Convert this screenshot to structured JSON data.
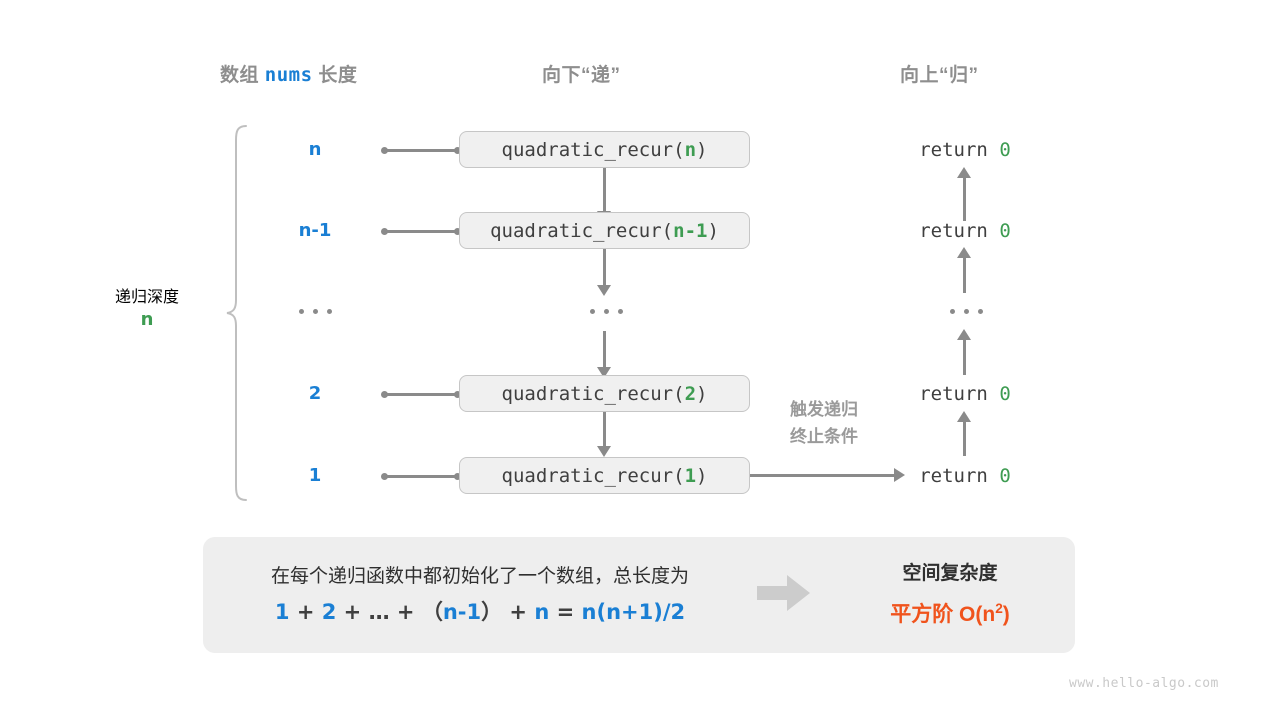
{
  "headers": {
    "left_prefix": "数组",
    "left_code": "nums",
    "left_suffix": "长度",
    "middle": "向下“递”",
    "right": "向上“归”"
  },
  "depth": {
    "title": "递归深度",
    "value": "n"
  },
  "rows": [
    {
      "size": "n",
      "call_name": "quadratic_recur",
      "call_arg": "n",
      "return_text": "return",
      "return_value": "0"
    },
    {
      "size": "n-1",
      "call_name": "quadratic_recur",
      "call_arg": "n-1",
      "return_text": "return",
      "return_value": "0"
    },
    {
      "size": "…",
      "call_name": "…",
      "call_arg": "",
      "return_text": "…",
      "return_value": ""
    },
    {
      "size": "2",
      "call_name": "quadratic_recur",
      "call_arg": "2",
      "return_text": "return",
      "return_value": "0"
    },
    {
      "size": "1",
      "call_name": "quadratic_recur",
      "call_arg": "1",
      "return_text": "return",
      "return_value": "0"
    }
  ],
  "base_case_note": {
    "line1": "触发递归",
    "line2": "终止条件"
  },
  "summary": {
    "text": "在每个递归函数中都初始化了一个数组，总长度为",
    "formula": {
      "t1": "1",
      "op1": "+",
      "t2": "2",
      "op2": "+",
      "t3": "…",
      "op3": "+",
      "paren_open": "（",
      "t4": "n-1",
      "paren_close": "）",
      "op4": "+",
      "t5": "n",
      "eq": "=",
      "result": "n(n+1)/2"
    },
    "complexity_title": "空间复杂度",
    "complexity_prefix": "平方阶",
    "complexity_value": "O(n",
    "complexity_exp": "2",
    "complexity_suffix": ")"
  },
  "watermark": "www.hello-algo.com",
  "colors": {
    "blue": "#1a7fd4",
    "green": "#3e9c52",
    "orange": "#f0531c",
    "gray_text": "#8e8e8e",
    "dark_text": "#3f3f3f",
    "line": "#8a8a8a",
    "box_fill": "#f0f0f0",
    "panel_fill": "#eeeeee"
  }
}
